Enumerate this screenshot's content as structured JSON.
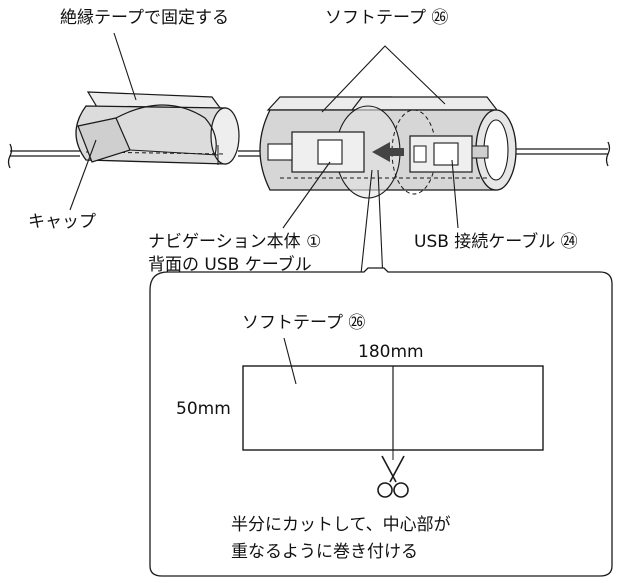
{
  "labels": {
    "insulation_tape": "絶縁テープで固定する",
    "soft_tape_top": "ソフトテープ ㉖",
    "cap": "キャップ",
    "nav_body_line1": "ナビゲーション本体 ①",
    "nav_body_line2": "背面の USB ケーブル",
    "usb_cable": "USB 接続ケーブル ㉔"
  },
  "detail": {
    "soft_tape_label": "ソフトテープ ㉖",
    "width_dim": "180mm",
    "height_dim": "50mm",
    "instruction_line1": "半分にカットして、中心部が",
    "instruction_line2": "重なるように巻き付ける"
  },
  "icons": {
    "cut": "scissors-icon",
    "direction": "left-arrow-icon"
  },
  "colors": {
    "tape_fill": "#ececec",
    "tube_fill": "#d9d9d9",
    "line": "#1a1a1a",
    "arrow": "#444444",
    "background": "#ffffff"
  }
}
